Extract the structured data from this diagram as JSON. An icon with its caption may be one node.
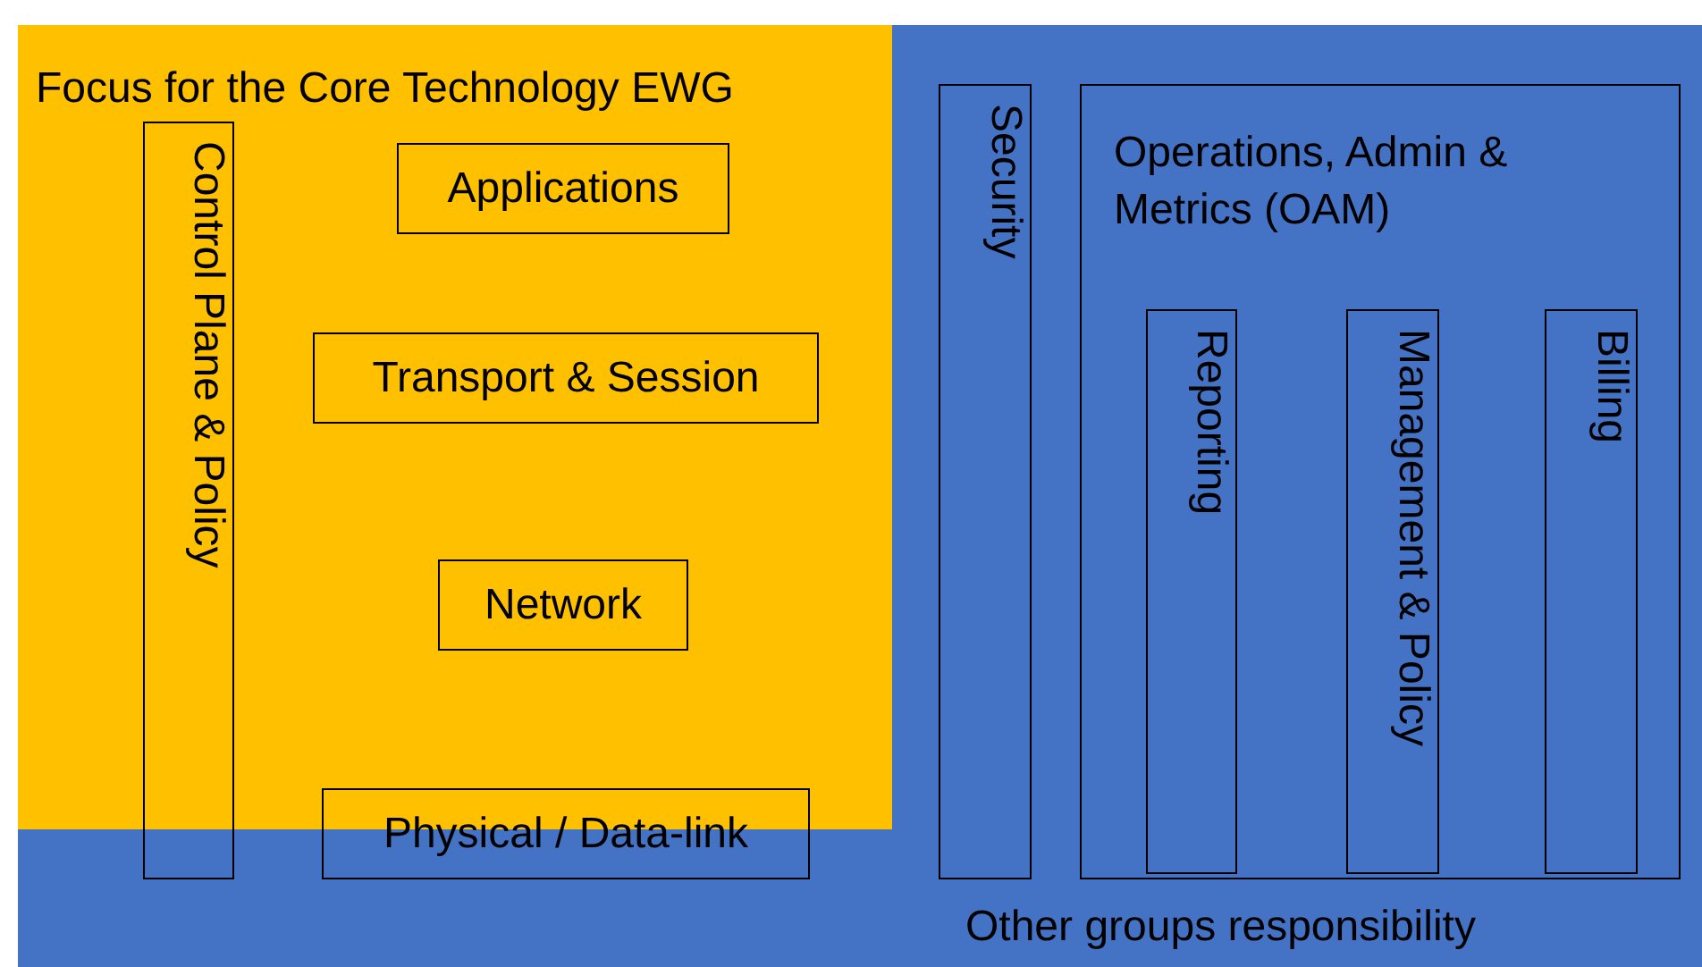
{
  "diagram": {
    "nodes": [
      {
        "text": [
          "Other groups responsibility"
        ]
      },
      {
        "text": [
          "Focus for the Core Technology EWG"
        ],
        "in": 0
      },
      {
        "text": [
          "Control Plane & Policy"
        ],
        "in": 0
      },
      {
        "text": [
          "Applications"
        ],
        "in": 1
      },
      {
        "text": [
          "Transport & Session"
        ],
        "in": 1
      },
      {
        "text": [
          "Network"
        ],
        "in": 1
      },
      {
        "text": [
          "Physical / Data-link"
        ],
        "in": 0
      },
      {
        "text": [
          "Security"
        ],
        "in": 0
      },
      {
        "text": [
          "Operations, Admin & Metrics (OAM)"
        ],
        "in": 0
      },
      {
        "text": [
          "Reporting"
        ],
        "in": 8
      },
      {
        "text": [
          "Management & Policy"
        ],
        "in": 8
      },
      {
        "text": [
          "Billing"
        ],
        "in": 8
      }
    ]
  }
}
